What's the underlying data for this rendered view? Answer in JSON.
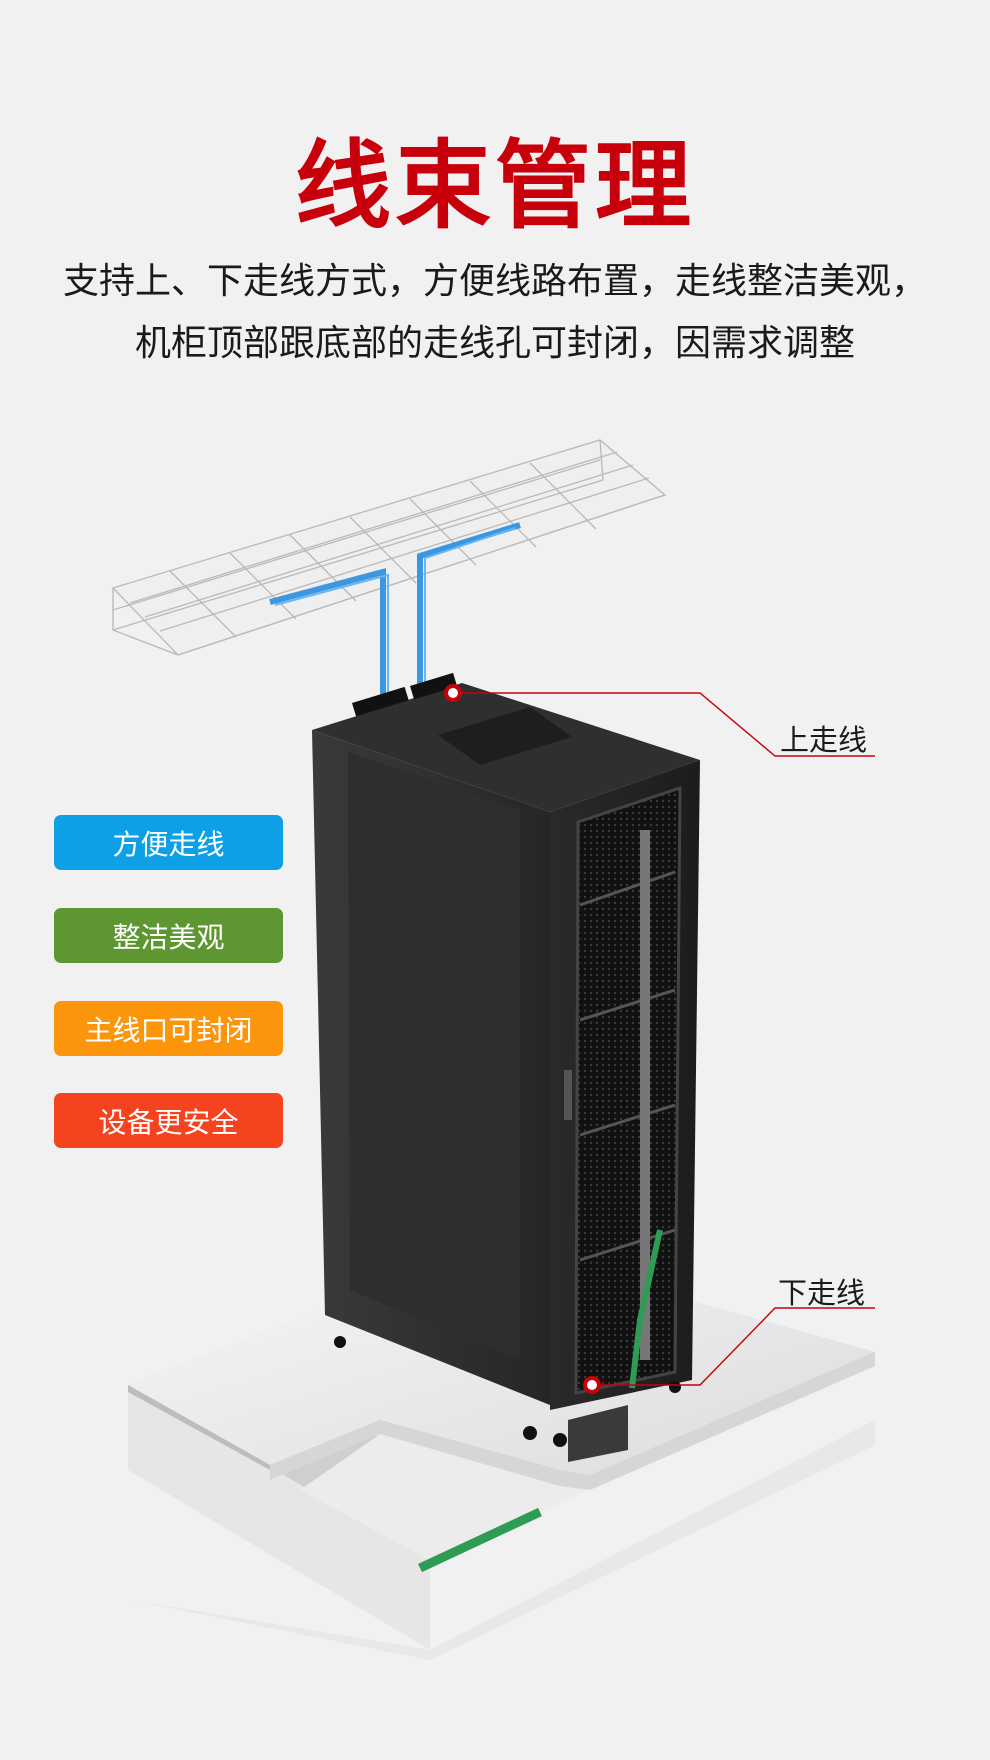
{
  "header": {
    "title": "线束管理",
    "subtitle_line1": "支持上、下走线方式，方便线路布置，走线整洁美观，",
    "subtitle_line2": "机柜顶部跟底部的走线孔可封闭，因需求调整"
  },
  "features": [
    {
      "label": "方便走线",
      "color": "#0ea0e6"
    },
    {
      "label": "整洁美观",
      "color": "#5e9632"
    },
    {
      "label": "主线口可封闭",
      "color": "#fb950c"
    },
    {
      "label": "设备更安全",
      "color": "#f6431f"
    }
  ],
  "callouts": {
    "top": "上走线",
    "bottom": "下走线"
  },
  "colors": {
    "accent_red": "#c7000b",
    "cabinet": "#2b2b2b",
    "cable_blue": "#3c97e0",
    "cable_green": "#2e9c54"
  }
}
